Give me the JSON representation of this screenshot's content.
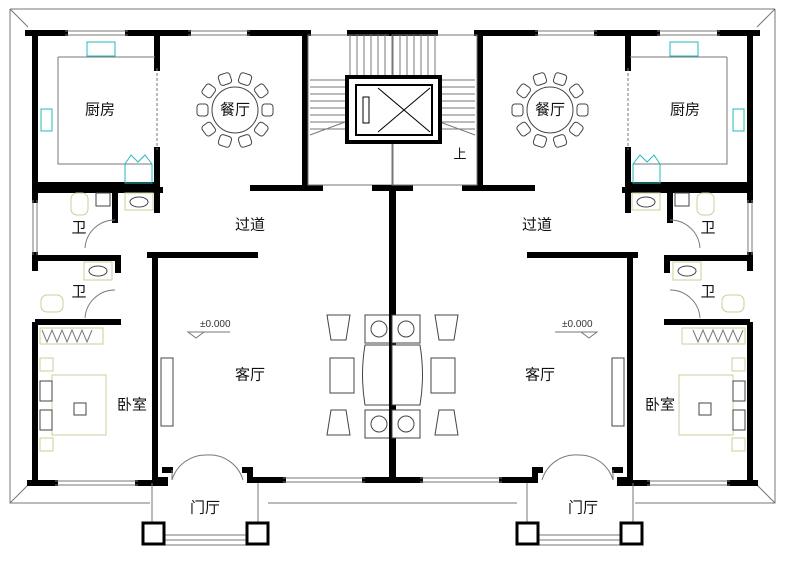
{
  "title": "双拼户型一层平面图",
  "left_unit": {
    "kitchen": "厨房",
    "dining": "餐厅",
    "corridor": "过道",
    "bath_1": "卫",
    "bath_2": "卫",
    "bedroom": "卧室",
    "living": "客厅",
    "foyer": "门厅",
    "level": "±0.000"
  },
  "right_unit": {
    "kitchen": "厨房",
    "dining": "餐厅",
    "corridor": "过道",
    "bath_1": "卫",
    "bath_2": "卫",
    "bedroom": "卧室",
    "living": "客厅",
    "foyer": "门厅",
    "level": "±0.000"
  },
  "stair": {
    "up_label": "上"
  },
  "colors": {
    "wall": "#000000",
    "fixture": "#22bbbb",
    "furniture": "#ccbb77"
  }
}
